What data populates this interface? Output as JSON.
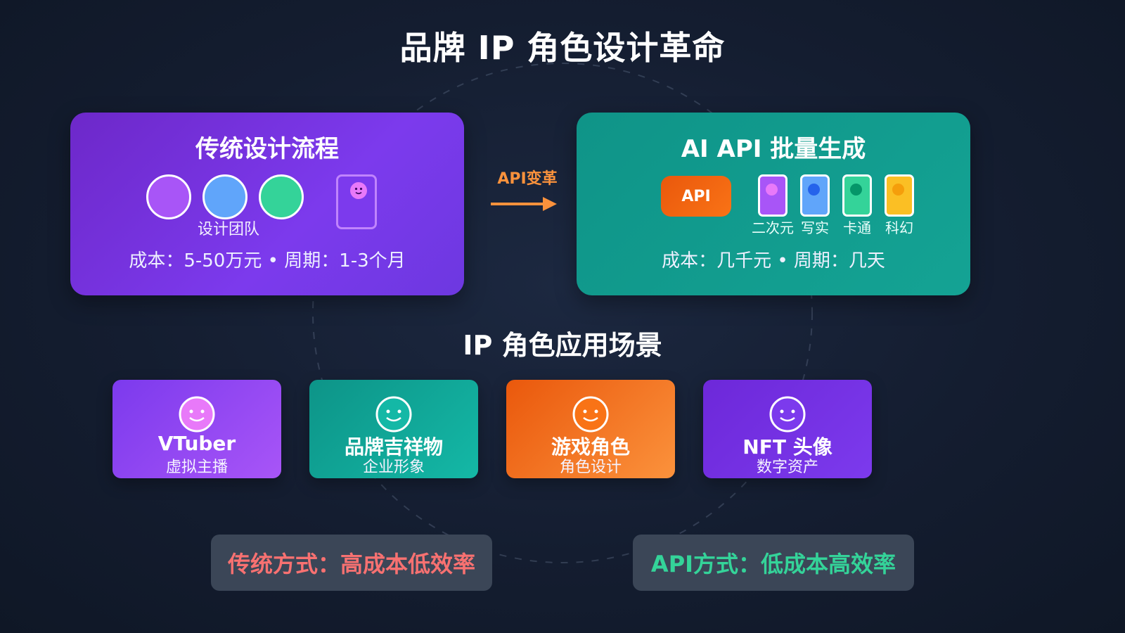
{
  "title": "品牌 IP 角色设计革命",
  "traditional": {
    "title": "传统设计流程",
    "team_label": "设计团队",
    "cost": "成本：5-50万元 • 周期：1-3个月"
  },
  "transform": {
    "label": "API变革"
  },
  "ai": {
    "title": "AI API 批量生成",
    "api_badge": "API",
    "styles": [
      "二次元",
      "写实",
      "卡通",
      "科幻"
    ],
    "cost": "成本：几千元 • 周期：几天"
  },
  "scenes": {
    "title": "IP 角色应用场景",
    "items": [
      {
        "title": "VTuber",
        "subtitle": "虚拟主播",
        "face_color": "#e879f9"
      },
      {
        "title": "品牌吉祥物",
        "subtitle": "企业形象",
        "face_color": "#14b8a6"
      },
      {
        "title": "游戏角色",
        "subtitle": "角色设计",
        "face_color": "#f97316"
      },
      {
        "title": "NFT 头像",
        "subtitle": "数字资产",
        "face_color": "#7c3aed"
      }
    ]
  },
  "conclusions": {
    "traditional": "传统方式：高成本低效率",
    "api": "API方式：低成本高效率"
  },
  "colors": {
    "accent_orange": "#fb923c",
    "bad_red": "#f87171",
    "good_green": "#34d399"
  }
}
